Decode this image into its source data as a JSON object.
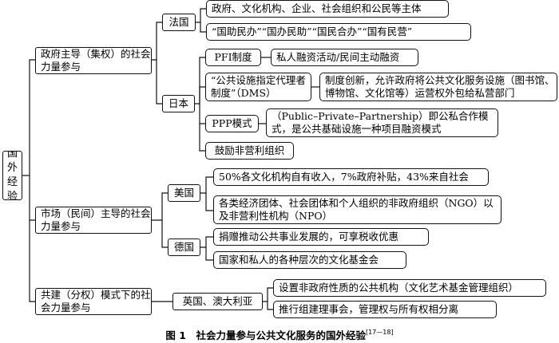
{
  "root": "国外经验",
  "branch1": {
    "label": "政府主导（集权）的社会力量参与",
    "france": {
      "label": "法国",
      "items": [
        "政府、文化机构、企业、社会组织和公民等主体",
        "“国助民办”“国办民助”“国民合办”“国有民营”"
      ]
    },
    "japan": {
      "label": "日本",
      "pfi": {
        "label": "PFI制度",
        "desc": "私人融资活动/民间主动融资"
      },
      "dms": {
        "label": "“公共设施指定代理者制度”（DMS）",
        "desc": "制度创新，允许政府将公共文化服务设施（图书馆、博物馆、文化馆等）运营权外包给私营部门"
      },
      "ppp": {
        "label": "PPP模式",
        "desc": "（Public–Private–Partnership）即公私合作模式，是公共基础设施一种项目融资模式"
      },
      "nonprofit": "鼓励非营利组织"
    }
  },
  "branch2": {
    "label": "市场（民间）主导的社会力量参与",
    "usa": {
      "label": "美国",
      "items": [
        "50%各文化机构自有收入，7%政府补贴，43%来自社会",
        "各类经济团体、社会团体和个人组织的非政府组织（NGO）以及非营利性机构（NPO）"
      ]
    },
    "germany": {
      "label": "德国",
      "items": [
        "捐赠推动公共事业发展的，可享税收优惠",
        "国家和私人的各种层次的文化基金会"
      ]
    }
  },
  "branch3": {
    "label": "共建（分权）模式下的社会力量参与",
    "ukau": {
      "label": "英国、澳大利亚",
      "items": [
        "设置非政府性质的公共机构（文化艺术基金管理组织）",
        "推行组建理事会，管理权与所有权相分离"
      ]
    }
  },
  "caption": {
    "text": "图 1　社会力量参与公共文化服务的国外经验",
    "ref": "[17—18]"
  }
}
